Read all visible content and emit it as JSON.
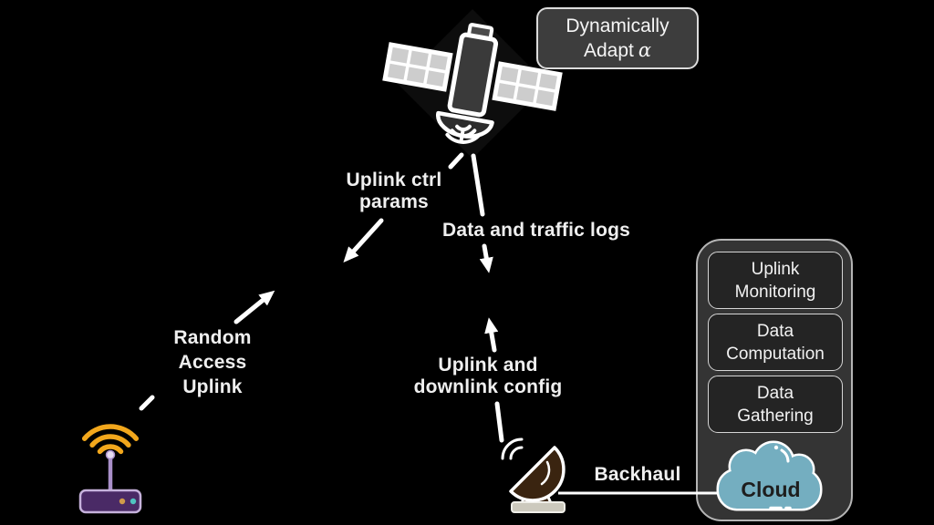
{
  "title": "Satellite uplink adaptation diagram",
  "adapt_box": {
    "line1": "Dynamically",
    "line2_prefix": "Adapt",
    "alpha": "α"
  },
  "labels": {
    "uplink_ctrl": "Uplink ctrl\nparams",
    "data_traffic": "Data and traffic logs",
    "random_access": "Random\nAccess\nUplink",
    "uplink_downlink": "Uplink and\ndownlink config",
    "backhaul": "Backhaul"
  },
  "panel": {
    "items": [
      {
        "label": "Uplink\nMonitoring"
      },
      {
        "label": "Data\nComputation"
      },
      {
        "label": "Data\nGathering"
      }
    ],
    "cloud_label": "Cloud"
  },
  "icons": {
    "satellite": "satellite-icon",
    "satellite_signal": "signal-waves-icon",
    "iot_router": "router-icon",
    "router_wifi": "wifi-arcs-icon",
    "ground_station": "satellite-dish-icon",
    "cloud": "cloud-icon"
  },
  "colors": {
    "background": "#000000",
    "arrow_white": "#ffffff",
    "wifi_gold": "#f2a71c",
    "router_purple": "#4a2a66",
    "router_border": "#c6b2dc",
    "dot_orange": "#cf9a4a",
    "dot_teal": "#4fc3c0",
    "dish_brown": "#3a2410",
    "dish_base": "#ccc9bd",
    "cloud_teal": "#74aec0",
    "panel_fill": "#343434",
    "panel_border": "#b5b5b5",
    "inner_box_fill": "#242424",
    "adapt_box_fill": "#3d3d3d"
  }
}
